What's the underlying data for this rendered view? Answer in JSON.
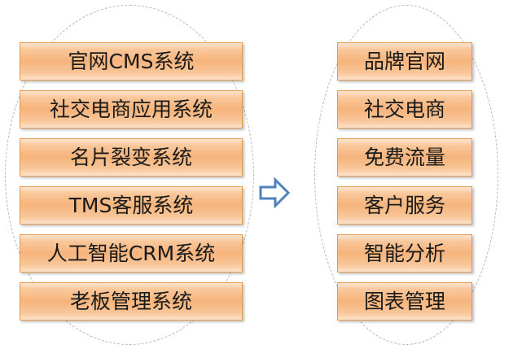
{
  "colors": {
    "box_fill": "#f6b47c",
    "box_border": "#e59a4c",
    "arrow_stroke": "#4f81bd",
    "ellipse_stroke": "#b8b8b8"
  },
  "left_group": {
    "items": [
      {
        "label": "官网CMS系统"
      },
      {
        "label": "社交电商应用系统"
      },
      {
        "label": "名片裂变系统"
      },
      {
        "label": "TMS客服系统"
      },
      {
        "label": "人工智能CRM系统"
      },
      {
        "label": "老板管理系统"
      }
    ]
  },
  "right_group": {
    "items": [
      {
        "label": "品牌官网"
      },
      {
        "label": "社交电商"
      },
      {
        "label": "免费流量"
      },
      {
        "label": "客户服务"
      },
      {
        "label": "智能分析"
      },
      {
        "label": "图表管理"
      }
    ]
  },
  "arrow": {
    "icon": "right-arrow-icon"
  }
}
